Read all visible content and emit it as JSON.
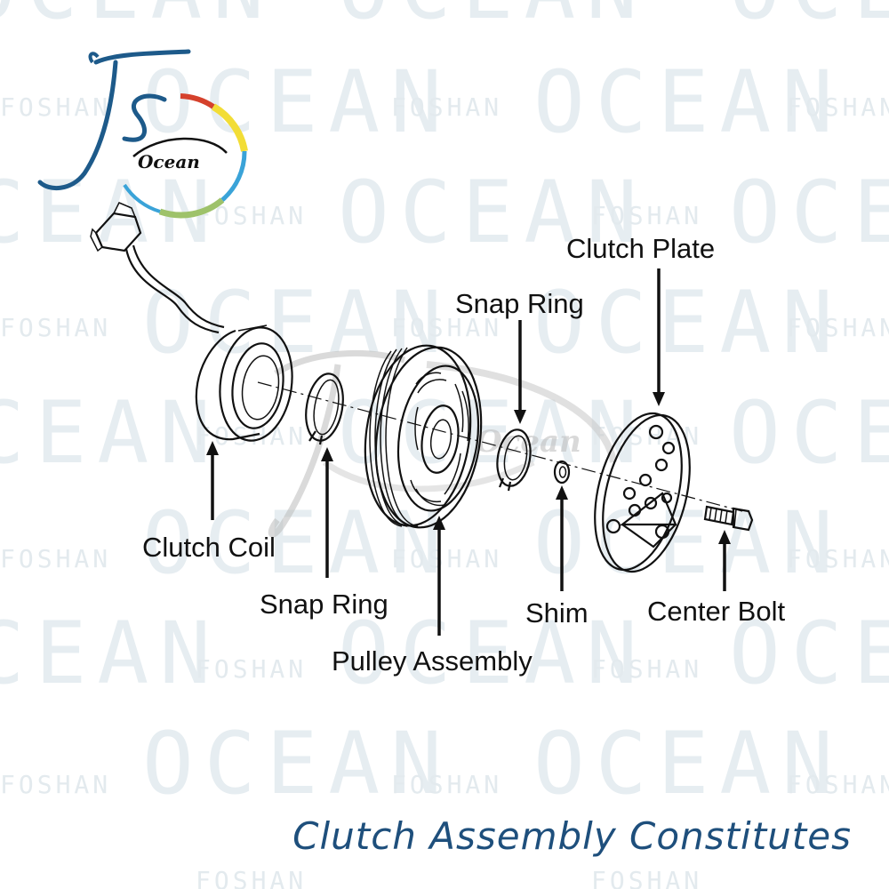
{
  "watermark": {
    "brand": "OCEAN",
    "city": "FOSHAN"
  },
  "logo": {
    "word": "Ocean",
    "colors": {
      "navy": "#1d5a8a",
      "red": "#d5412c",
      "yellow": "#f2dd36",
      "green": "#9ec26a",
      "blue": "#3aa3d8"
    }
  },
  "parts": {
    "clutch_coil": "Clutch Coil",
    "snap_ring_1": "Snap Ring",
    "pulley_assembly": "Pulley Assembly",
    "snap_ring_2": "Snap Ring",
    "shim": "Shim",
    "clutch_plate": "Clutch Plate",
    "center_bolt": "Center Bolt"
  },
  "caption": "Clutch Assembly Constitutes",
  "colors": {
    "caption": "#1e4f7c",
    "line_art": "#111111",
    "watermark": "#e6edf1"
  }
}
